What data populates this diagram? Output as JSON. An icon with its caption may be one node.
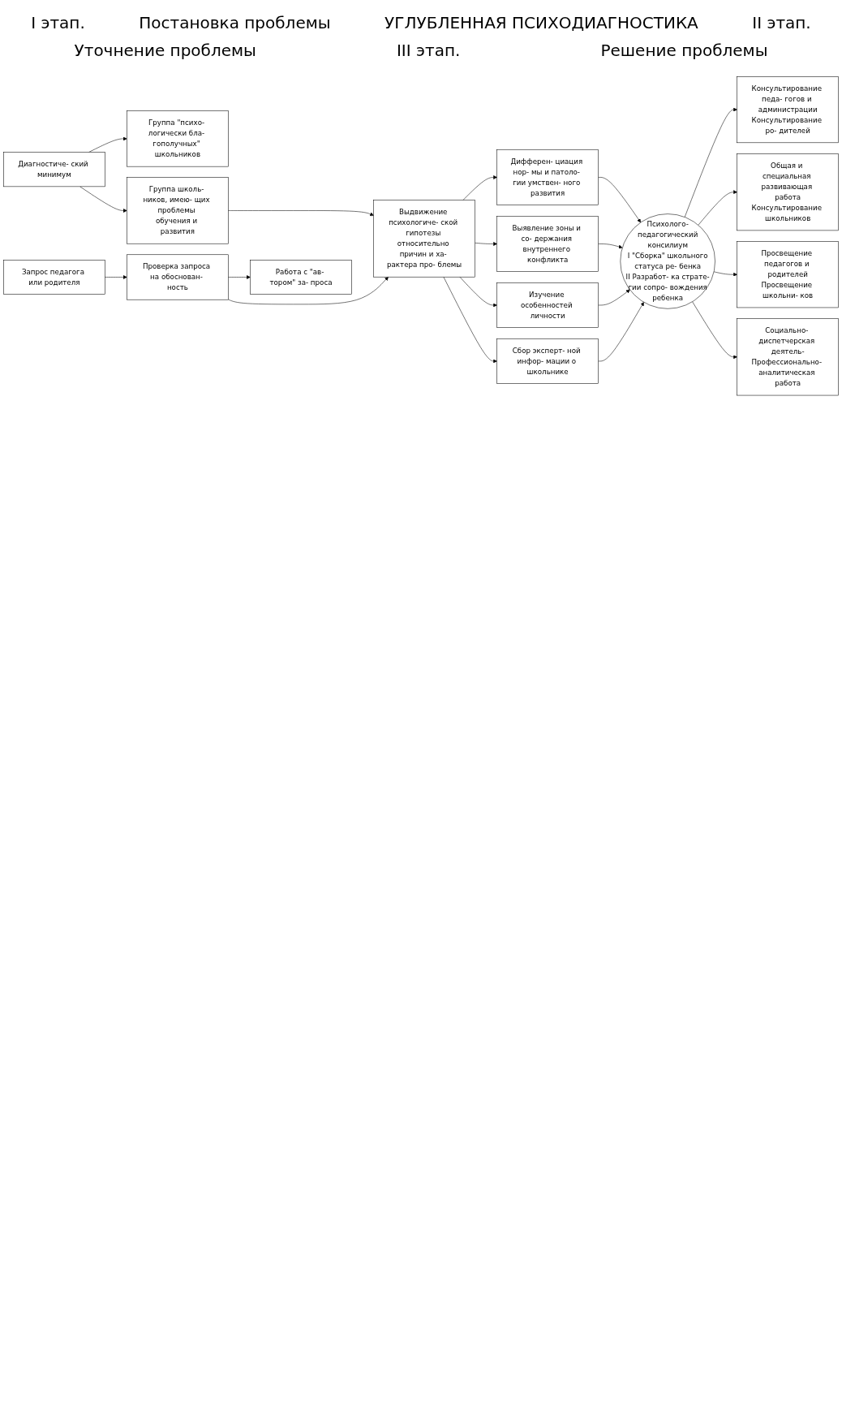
{
  "diagram": {
    "nodes": [
      {
        "text": [
          "Диагностиче- ский минимум"
        ]
      },
      {
        "text": [
          "Группа \"психо- логически бла- гополучных\" школьников"
        ]
      },
      {
        "text": [
          "Группа школь- ников, имею- щих проблемы обучения и развития"
        ]
      },
      {
        "text": [
          "Запрос педагога или родителя"
        ]
      },
      {
        "text": [
          "Проверка запроса на обоснован- ность"
        ]
      },
      {
        "text": [
          "Работа с \"ав- тором\" за- проса"
        ]
      },
      {
        "text": [
          "Выдвижение психологиче- ской гипотезы относительно причин и ха- рактера про- блемы"
        ]
      },
      {
        "text": [
          "Дифферен- циация нор- мы и патоло- гии умствен- ного развития"
        ]
      },
      {
        "text": [
          "Выявление зоны и со- держания внутреннего конфликта"
        ]
      },
      {
        "text": [
          "Изучение особенностей личности"
        ]
      },
      {
        "text": [
          "Сбор эксперт- ной инфор- мации о школьнике"
        ]
      },
      {
        "text": [
          "Психолого-педагогический консилиум",
          "I \"Сборка\" школьного статуса ре- бенка",
          "II Разработ- ка страте- гии сопро- вождения ребенка"
        ]
      },
      {
        "text": [
          "Консультирование педа- гогов и администрации",
          "Консультирование ро- дителей"
        ]
      },
      {
        "text": [
          "Общая и специальная развивающая работа",
          "Консультирование школьников"
        ]
      },
      {
        "text": [
          "Просвещение педагогов и родителей",
          "Просвещение школьни- ков"
        ]
      },
      {
        "text": [
          "Социально- диспетчерская деятель-",
          "Профессионально- аналитическая работа"
        ]
      }
    ],
    "edges": [
      {
        "from": 0,
        "to": 1,
        "arrow": "to"
      },
      {
        "from": 0,
        "to": 2,
        "arrow": "to"
      },
      {
        "from": 3,
        "to": 4,
        "arrow": "to"
      },
      {
        "from": 4,
        "to": 5,
        "arrow": "to"
      },
      {
        "from": 2,
        "to": 6,
        "arrow": "to"
      },
      {
        "from": 4,
        "to": 6,
        "arrow": "to"
      },
      {
        "from": 6,
        "to": 7,
        "arrow": "to"
      },
      {
        "from": 6,
        "to": 8,
        "arrow": "to"
      },
      {
        "from": 6,
        "to": 9,
        "arrow": "to"
      },
      {
        "from": 6,
        "to": 10,
        "arrow": "to"
      },
      {
        "from": 7,
        "to": 11,
        "arrow": "to"
      },
      {
        "from": 8,
        "to": 11,
        "arrow": "to"
      },
      {
        "from": 9,
        "to": 11,
        "arrow": "to"
      },
      {
        "from": 10,
        "to": 11,
        "arrow": "to"
      },
      {
        "from": 11,
        "to": 12,
        "arrow": "to"
      },
      {
        "from": 11,
        "to": 13,
        "arrow": "to"
      },
      {
        "from": 11,
        "to": 14,
        "arrow": "to"
      },
      {
        "from": 11,
        "to": 15,
        "arrow": "to"
      }
    ],
    "labels": [
      "I этап.",
      "Постановка проблемы",
      "УГЛУБЛЕННАЯ ПСИХОДИАГНОСТИКА",
      "II этап.",
      "Уточнение проблемы",
      "III этап.",
      "Решение проблемы"
    ]
  }
}
